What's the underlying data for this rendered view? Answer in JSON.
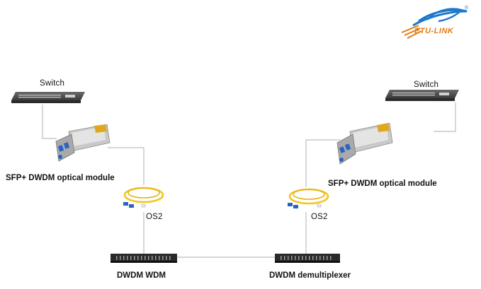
{
  "logo": {
    "text": "ETU-LINK",
    "registered": "®"
  },
  "left": {
    "switch_label": "Switch",
    "module_label": "SFP+ DWDM optical module",
    "cable_label": "OS2",
    "mux_label": "DWDM WDM"
  },
  "right": {
    "switch_label": "Switch",
    "module_label": "SFP+ DWDM optical module",
    "cable_label": "OS2",
    "mux_label": "DWDM demultiplexer"
  },
  "colors": {
    "line": "#bdbdbd",
    "cable": "#f2c61f",
    "connector": "#2a63c2",
    "device_dark": "#2a2a2a",
    "module_body": "#c8c8c8",
    "logo_blue": "#1c78c9",
    "logo_orange": "#e07b16"
  }
}
